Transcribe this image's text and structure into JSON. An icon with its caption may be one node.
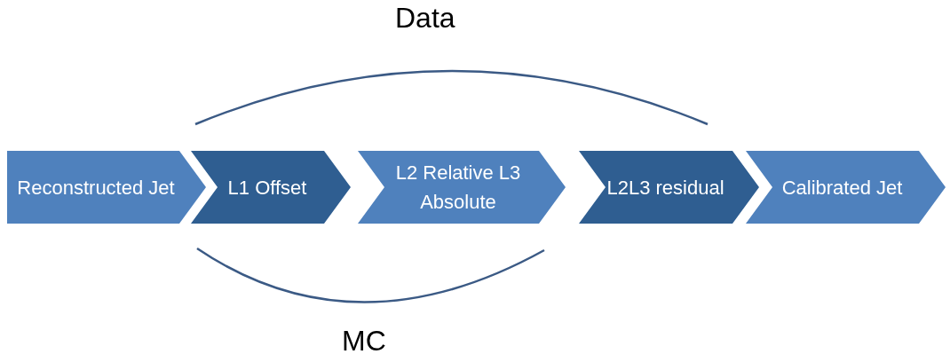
{
  "diagram": {
    "nodes": [
      {
        "text": [
          "Reconstructed Jet"
        ]
      },
      {
        "text": [
          "L1 Offset"
        ]
      },
      {
        "text": [
          "L2 Relative L3 Absolute"
        ]
      },
      {
        "text": [
          "L2L3 residual"
        ]
      },
      {
        "text": [
          "Calibrated Jet"
        ]
      }
    ],
    "labels": [
      "Data",
      "MC"
    ]
  }
}
